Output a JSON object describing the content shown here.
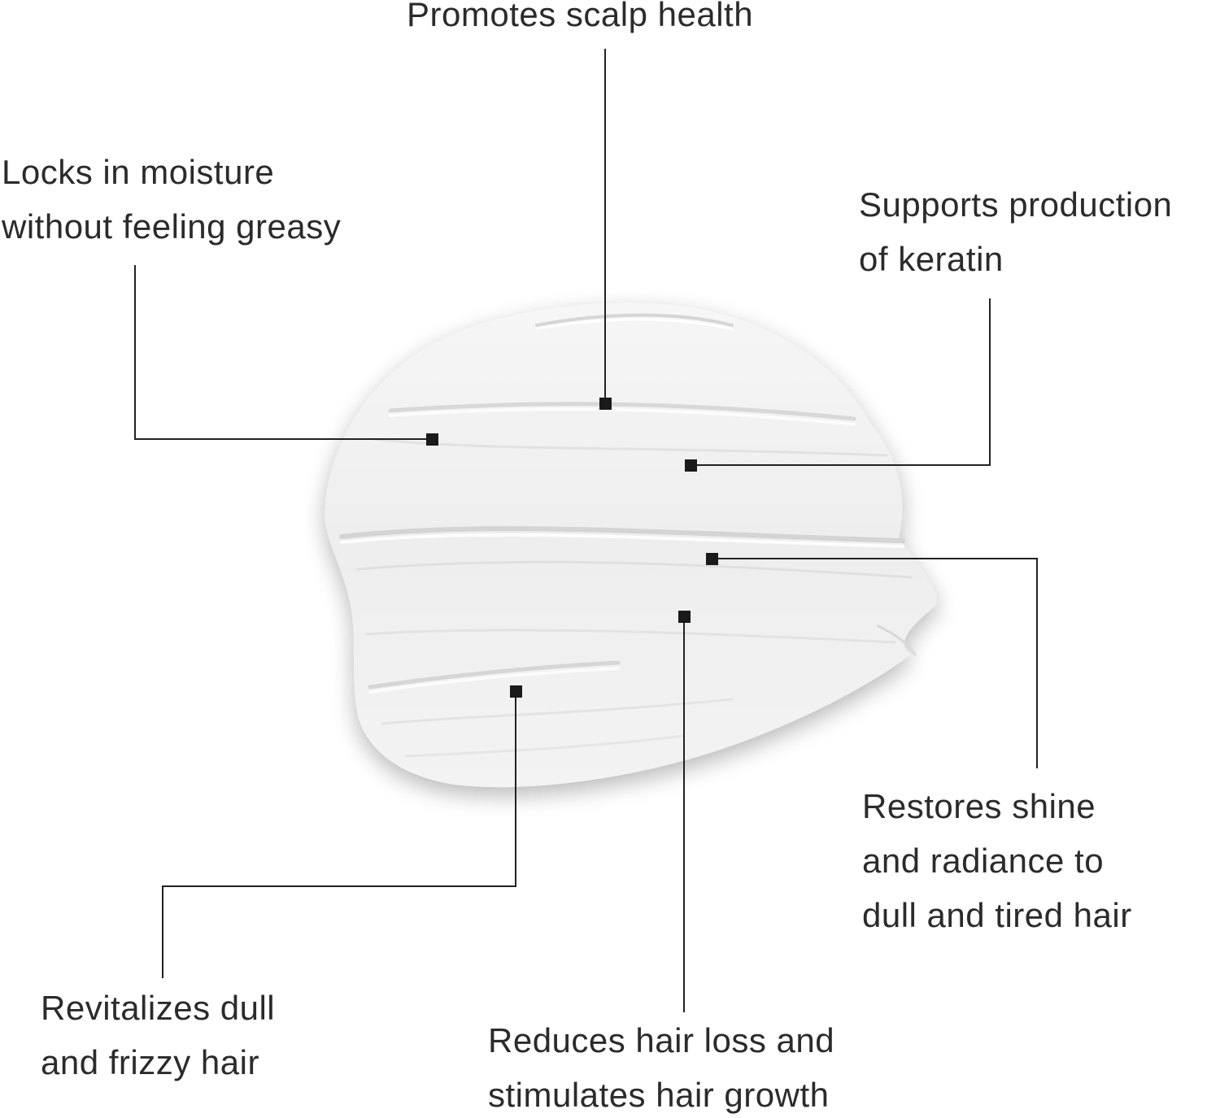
{
  "image": {
    "subject": "cream-swatch",
    "colors": {
      "background": "#ffffff",
      "cream": "#efefef",
      "cream_highlight": "#fbfbfb",
      "cream_shadow": "#d9d9d9",
      "leader_line": "#222222",
      "marker": "#1a1a1a",
      "text": "#2b2b2b"
    }
  },
  "callouts": {
    "scalp_health": {
      "lines": [
        "Promotes scalp health"
      ]
    },
    "moisture": {
      "lines": [
        "Locks in moisture",
        "without feeling greasy"
      ]
    },
    "keratin": {
      "lines": [
        "Supports production",
        "of keratin"
      ]
    },
    "shine": {
      "lines": [
        "Restores shine",
        "and radiance to",
        "dull and tired hair"
      ]
    },
    "revitalize": {
      "lines": [
        "Revitalizes dull",
        "and frizzy hair"
      ]
    },
    "hair_loss": {
      "lines": [
        "Reduces hair loss and",
        "stimulates hair growth"
      ]
    }
  }
}
